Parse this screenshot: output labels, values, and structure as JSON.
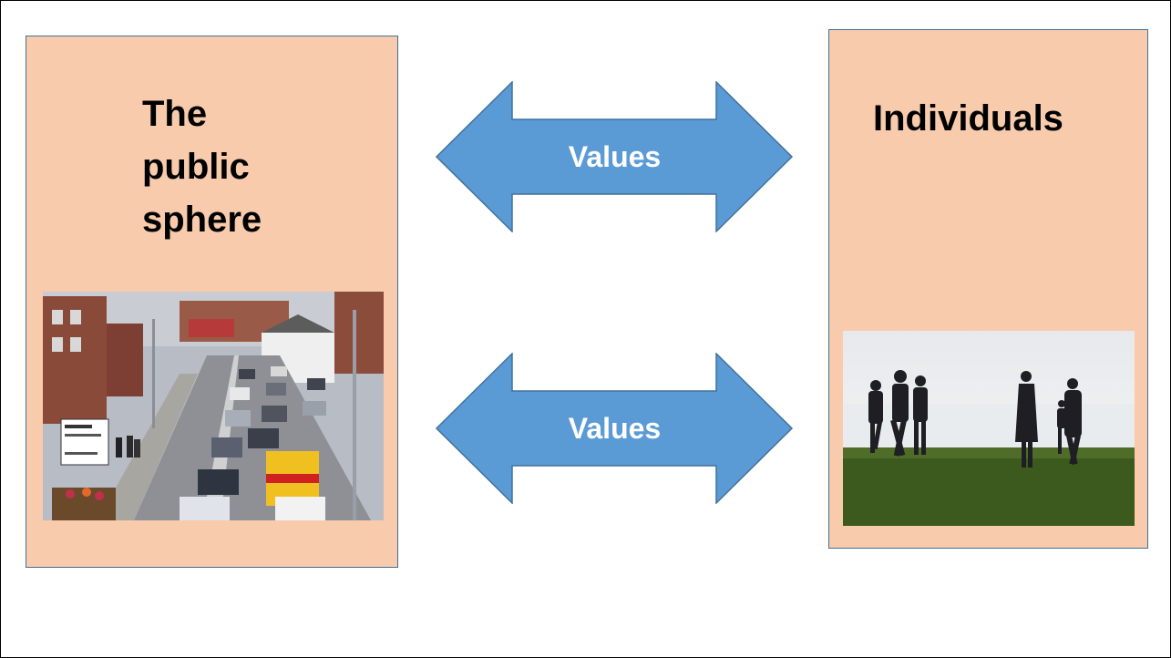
{
  "left_panel": {
    "title": "The\npublic\nsphere",
    "photo_icon": "street-traffic-photo"
  },
  "right_panel": {
    "title": "Individuals",
    "photo_icon": "people-silhouette-photo"
  },
  "arrows": [
    {
      "label": "Values"
    },
    {
      "label": "Values"
    }
  ],
  "colors": {
    "panel_fill": "#f8cbad",
    "panel_border": "#41719c",
    "arrow_fill": "#5b9bd5",
    "arrow_border": "#41719c"
  }
}
